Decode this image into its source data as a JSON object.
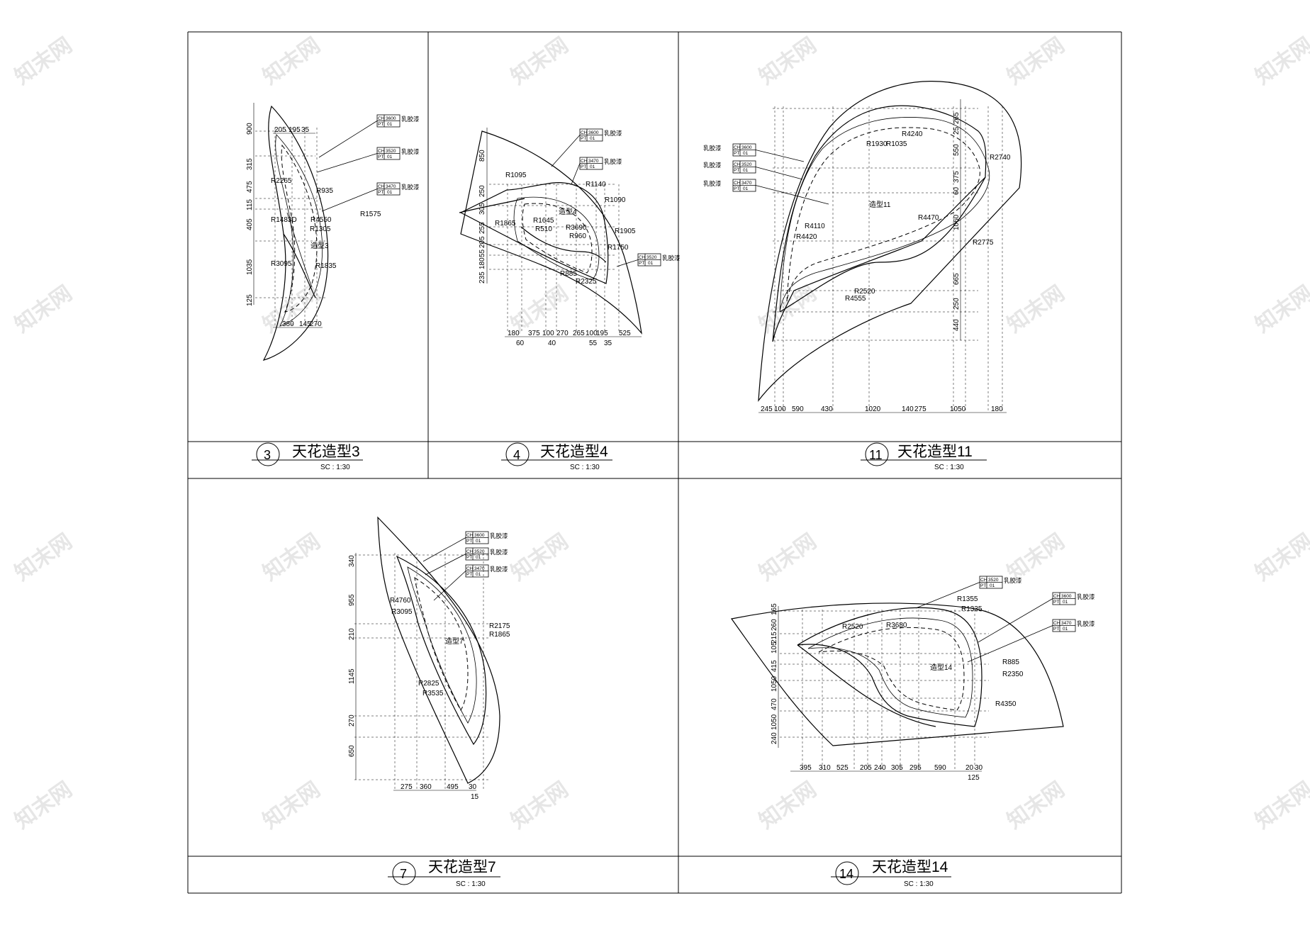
{
  "panels": [
    {
      "id": "p3",
      "num": "3",
      "title": "天花造型3",
      "scale": "SC :   1:30",
      "shape_label": "造型3",
      "tags": [
        {
          "code1": "CH",
          "val1": "3600",
          "code2": "PT",
          "val2": "01",
          "mat": "乳胶漆"
        },
        {
          "code1": "CH",
          "val1": "3520",
          "code2": "PT",
          "val2": "01",
          "mat": "乳胶漆"
        },
        {
          "code1": "CH",
          "val1": "3470",
          "code2": "PT",
          "val2": "01",
          "mat": "乳胶漆"
        }
      ],
      "radii": [
        "R2265",
        "R935",
        "R4550",
        "R1483D",
        "R1305",
        "R1575",
        "R3095",
        "R1835"
      ],
      "dims_top": [
        "205",
        "195",
        "35"
      ],
      "dims_bottom": [
        "380",
        "145",
        "270"
      ],
      "dims_left": [
        "900",
        "315",
        "475",
        "115",
        "405",
        "1035",
        "125"
      ]
    },
    {
      "id": "p4",
      "num": "4",
      "title": "天花造型4",
      "scale": "SC :   1:30",
      "shape_label": "造型4",
      "tags": [
        {
          "code1": "CH",
          "val1": "3600",
          "code2": "PT",
          "val2": "01",
          "mat": "乳胶漆"
        },
        {
          "code1": "CH",
          "val1": "3470",
          "code2": "PT",
          "val2": "01",
          "mat": "乳胶漆"
        },
        {
          "code1": "CH",
          "val1": "3520",
          "code2": "PT",
          "val2": "01",
          "mat": "乳胶漆"
        }
      ],
      "radii": [
        "R1095",
        "R1140",
        "R1090",
        "R1865",
        "R1645",
        "R510",
        "R3690",
        "R960",
        "R1905",
        "R1750",
        "R885",
        "R2325"
      ],
      "dims_bottom": [
        "180",
        "375",
        "100",
        "270",
        "265",
        "100",
        "195",
        "525"
      ],
      "dims_bottom2": [
        "60",
        "40",
        "55",
        "35"
      ],
      "dims_left": [
        "850",
        "250",
        "305",
        "255",
        "205",
        "55",
        "180",
        "235"
      ]
    },
    {
      "id": "p11",
      "num": "11",
      "title": "天花造型11",
      "scale": "SC :   1:30",
      "shape_label": "造型11",
      "tags": [
        {
          "code1": "CH",
          "val1": "3600",
          "code2": "PT",
          "val2": "01",
          "mat": "乳胶漆"
        },
        {
          "code1": "CH",
          "val1": "3520",
          "code2": "PT",
          "val2": "01",
          "mat": "乳胶漆"
        },
        {
          "code1": "CH",
          "val1": "3470",
          "code2": "PT",
          "val2": "01",
          "mat": "乳胶漆"
        }
      ],
      "radii": [
        "R4240",
        "R1930",
        "R1035",
        "R2740",
        "R4110",
        "R4420",
        "R4470",
        "R2775",
        "R2520",
        "R4555"
      ],
      "dims_bottom": [
        "245",
        "100",
        "590",
        "430",
        "1020",
        "140",
        "275",
        "1050",
        "180"
      ],
      "dims_right": [
        "265",
        "25",
        "550",
        "375",
        "60",
        "1060",
        "665",
        "250",
        "440"
      ]
    },
    {
      "id": "p7",
      "num": "7",
      "title": "天花造型7",
      "scale": "SC :   1:30",
      "shape_label": "造型7",
      "tags": [
        {
          "code1": "CH",
          "val1": "3600",
          "code2": "PT",
          "val2": "01",
          "mat": "乳胶漆"
        },
        {
          "code1": "CH",
          "val1": "3520",
          "code2": "PT",
          "val2": "01",
          "mat": "乳胶漆"
        },
        {
          "code1": "CH",
          "val1": "3470",
          "code2": "PT",
          "val2": "01",
          "mat": "乳胶漆"
        }
      ],
      "radii": [
        "R4760",
        "R3095",
        "R2175",
        "R1865",
        "R2825",
        "R3535"
      ],
      "dims_bottom": [
        "275",
        "360",
        "495",
        "30"
      ],
      "dims_bottom2": [
        "15"
      ],
      "dims_left": [
        "340",
        "955",
        "210",
        "1145",
        "270",
        "650"
      ]
    },
    {
      "id": "p14",
      "num": "14",
      "title": "天花造型14",
      "scale": "SC :   1:30",
      "shape_label": "造型14",
      "tags": [
        {
          "code1": "CH",
          "val1": "3520",
          "code2": "PT",
          "val2": "01",
          "mat": "乳胶漆"
        },
        {
          "code1": "CH",
          "val1": "3600",
          "code2": "PT",
          "val2": "01",
          "mat": "乳胶漆"
        },
        {
          "code1": "CH",
          "val1": "3470",
          "code2": "PT",
          "val2": "01",
          "mat": "乳胶漆"
        }
      ],
      "radii": [
        "R1355",
        "R1335",
        "R2520",
        "R3680",
        "R885",
        "R2350",
        "R4350"
      ],
      "dims_bottom": [
        "395",
        "310",
        "525",
        "205",
        "240",
        "305",
        "295",
        "590",
        "20",
        "30"
      ],
      "dims_bottom2": [
        "125"
      ],
      "dims_left": [
        "165",
        "260",
        "215",
        "105",
        "415",
        "1050",
        "470",
        "1050",
        "240"
      ]
    }
  ],
  "watermark": "知末网"
}
